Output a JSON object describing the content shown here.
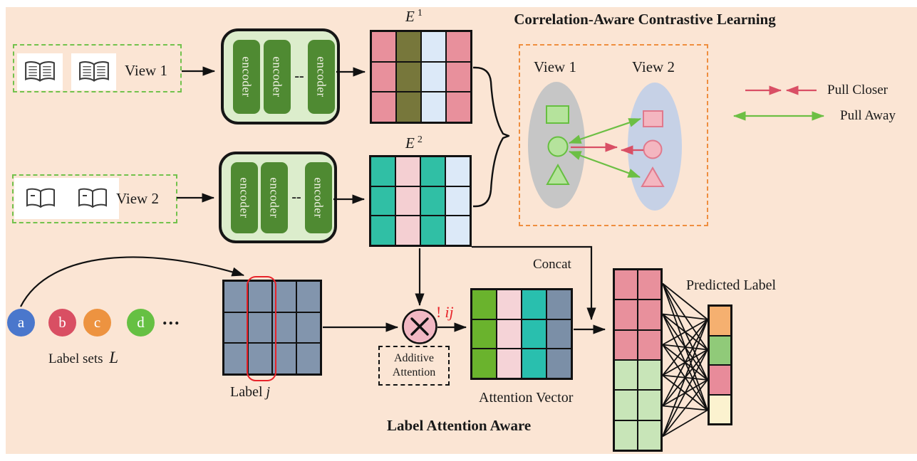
{
  "background": {
    "panel_color": "#fbe5d4"
  },
  "views": {
    "view1_label": "View 1",
    "view2_label": "View 2"
  },
  "encoder": {
    "label": "encoder",
    "dots": "--"
  },
  "embeddings": {
    "e1": {
      "symbol": "E",
      "sup": "1"
    },
    "e2": {
      "symbol": "E",
      "sup": "2"
    }
  },
  "contrastive": {
    "title": "Correlation-Aware Contrastive Learning",
    "view1_label": "View 1",
    "view2_label": "View 2",
    "legend": {
      "pull_closer": "Pull Closer",
      "pull_away": "Pull Away",
      "pull_closer_color": "#d94f65",
      "pull_away_color": "#6cbf44"
    }
  },
  "label_section": {
    "title": "Label Attention Aware",
    "label_sets_text": "Label sets",
    "label_sets_symbol": "L",
    "dots": "...",
    "labels": [
      {
        "char": "a",
        "color": "#4a77cc"
      },
      {
        "char": "b",
        "color": "#d94f63"
      },
      {
        "char": "c",
        "color": "#ed9340"
      },
      {
        "char": "d",
        "color": "#66c043"
      }
    ],
    "label_j_text": "Label",
    "label_j_symbol": "j",
    "lij_prefix": "!",
    "lij_italic": "ij",
    "additive_line1": "Additive",
    "additive_line2": "Attention",
    "attention_vector_label": "Attention Vector",
    "concat_label": "Concat",
    "predicted_label": "Predicted Label"
  },
  "matrices": {
    "e1": {
      "rows": 3,
      "cols": 4,
      "col_colors": [
        "#e8909c",
        "#77773b",
        "#dce9f8",
        "#e8909c"
      ]
    },
    "e2": {
      "rows": 3,
      "cols": 4,
      "col_colors": [
        "#30bfa5",
        "#f4cfd2",
        "#30bfa5",
        "#dce9f8"
      ]
    },
    "label_matrix": {
      "rows": 3,
      "cols": 4,
      "col_colors": [
        "#8295ad",
        "#8295ad",
        "#8295ad",
        "#8295ad"
      ]
    },
    "attention_vector": {
      "rows": 3,
      "cols": 4,
      "col_colors": [
        "#6ab32d",
        "#f5d3d7",
        "#29bfae",
        "#7b8fa7"
      ]
    },
    "concat_matrix": {
      "rows": 6,
      "cols": 2,
      "row_colors": [
        "#e8909c",
        "#e8909c",
        "#e8909c",
        "#c8e5b8",
        "#c8e5b8",
        "#c8e5b8"
      ]
    },
    "predicted_matrix": {
      "rows": 4,
      "cols": 1,
      "row_colors": [
        "#f5b070",
        "#90ca79",
        "#e88b9a",
        "#fbf2cf"
      ]
    }
  }
}
